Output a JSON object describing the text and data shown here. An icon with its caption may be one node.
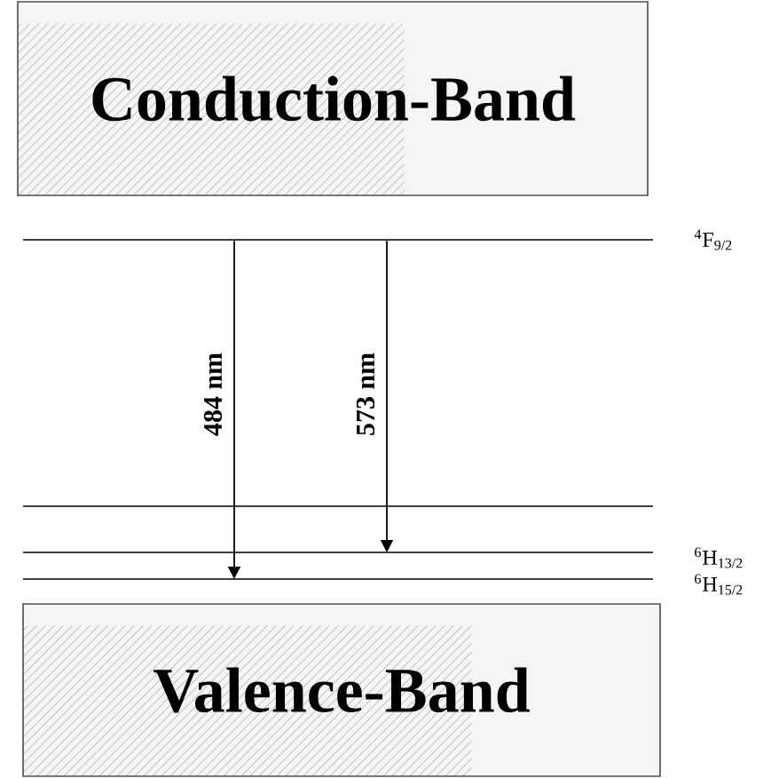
{
  "diagram": {
    "nodes": [
      {
        "text": [
          "Conduction-Band"
        ]
      },
      {
        "text": [
          "Valence-Band"
        ]
      },
      {
        "text": [
          "$^{4}$F$_{9/2}$"
        ]
      },
      {
        "text": [],
        "shape": "bar"
      },
      {
        "text": [
          "$^{6}$H$_{13/2}$"
        ]
      },
      {
        "text": [
          "$^{6}$H$_{15/2}$"
        ]
      }
    ],
    "edges": [
      {
        "from": 2,
        "to": 5,
        "arrow": "to",
        "label": "484 nm"
      },
      {
        "from": 2,
        "to": 4,
        "arrow": "to",
        "label": "573 nm"
      }
    ]
  }
}
